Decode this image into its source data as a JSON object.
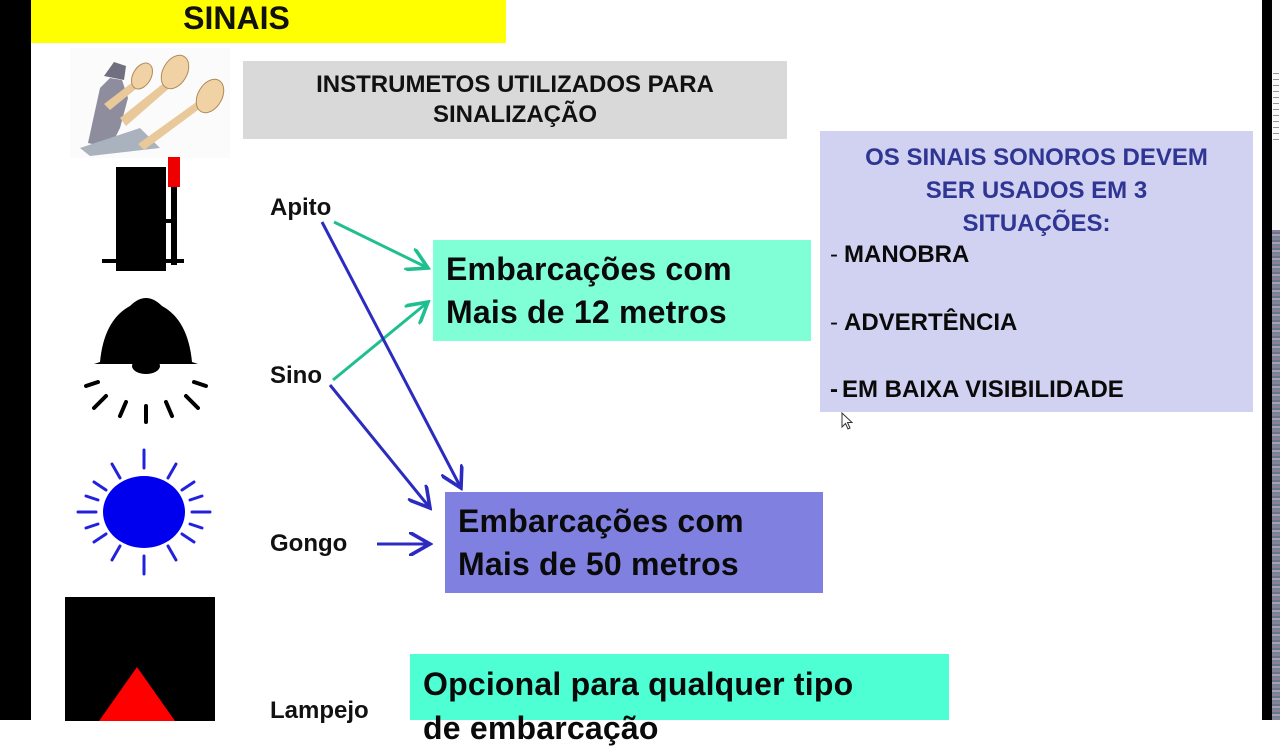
{
  "slide": {
    "title": "SINAIS",
    "subtitle_line1": "INSTRUMETOS UTILIZADOS PARA",
    "subtitle_line2": "SINALIZAÇÃO",
    "colors": {
      "title_bg": "#ffff00",
      "subtitle_bg": "#d9d9d9",
      "box_12_bg": "#80ffd6",
      "box_50_bg": "#8080e0",
      "box_optional_bg": "#4dffd2",
      "info_bg": "#d1d1f2",
      "info_heading": "#2e3592",
      "arrow_green": "#1fbf8f",
      "arrow_blue": "#2b2bc0"
    }
  },
  "instruments": [
    {
      "label": "Apito",
      "icon": "whistle-icon"
    },
    {
      "label": "Sino",
      "icon": "bell-icon"
    },
    {
      "label": "Gongo",
      "icon": "gong-icon"
    },
    {
      "label": "Lampejo",
      "icon": "flash-light-icon"
    }
  ],
  "targets": {
    "box_12": {
      "line1": "Embarcações com",
      "line2": "Mais de 12 metros"
    },
    "box_50": {
      "line1": "Embarcações com",
      "line2": "Mais de 50 metros"
    },
    "box_optional": {
      "line1": "Opcional para qualquer tipo",
      "line2": "de embarcação"
    }
  },
  "info": {
    "heading_line1": "OS SINAIS SONOROS DEVEM",
    "heading_line2": "SER USADOS EM 3",
    "heading_line3": "SITUAÇÕES:",
    "items": [
      {
        "dash": "-",
        "text": "MANOBRA"
      },
      {
        "dash": "-",
        "text": "ADVERTÊNCIA"
      },
      {
        "dash": "-",
        "text": "EM BAIXA VISIBILIDADE"
      }
    ]
  }
}
